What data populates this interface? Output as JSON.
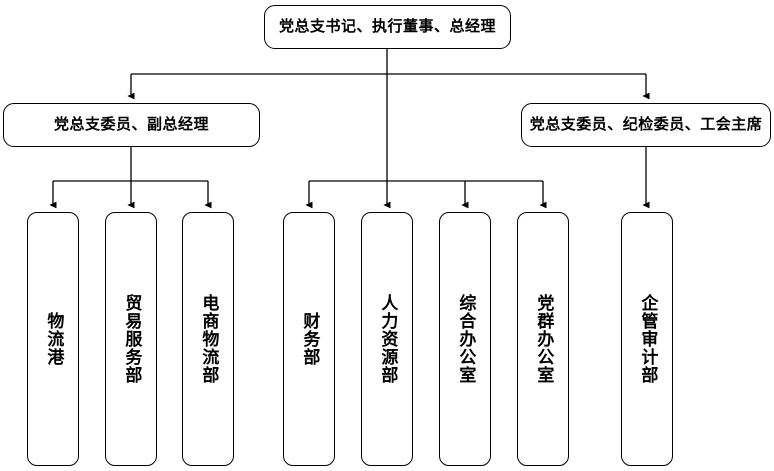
{
  "chart": {
    "type": "org-chart",
    "title": "",
    "levels": [
      {
        "level": 1,
        "nodes": [
          {
            "id": "top",
            "label": "党总支书记、执行董事、总经理",
            "orientation": "horizontal"
          }
        ]
      },
      {
        "level": 2,
        "nodes": [
          {
            "id": "l2-left",
            "label": "党总支委员、副总经理",
            "orientation": "horizontal"
          },
          {
            "id": "l2-right",
            "label": "党总支委员、纪检委员、工会主席",
            "orientation": "horizontal"
          }
        ]
      },
      {
        "level": 3,
        "nodes": [
          {
            "id": "d1",
            "label": "物流港",
            "orientation": "vertical",
            "parent": "l2-left"
          },
          {
            "id": "d2",
            "label": "贸易服务部",
            "orientation": "vertical",
            "parent": "l2-left"
          },
          {
            "id": "d3",
            "label": "电商物流部",
            "orientation": "vertical",
            "parent": "l2-left"
          },
          {
            "id": "d4",
            "label": "财务部",
            "orientation": "vertical",
            "parent": "top"
          },
          {
            "id": "d5",
            "label": "人力资源部",
            "orientation": "vertical",
            "parent": "top"
          },
          {
            "id": "d6",
            "label": "综合办公室",
            "orientation": "vertical",
            "parent": "top"
          },
          {
            "id": "d7",
            "label": "党群办公室",
            "orientation": "vertical",
            "parent": "top"
          },
          {
            "id": "d8",
            "label": "企管审计部",
            "orientation": "vertical",
            "parent": "l2-right"
          }
        ]
      }
    ],
    "colors": {
      "line": "#000000",
      "box_border": "#000000",
      "box_fill": "#ffffff",
      "text": "#000000",
      "background": "#ffffff"
    }
  }
}
